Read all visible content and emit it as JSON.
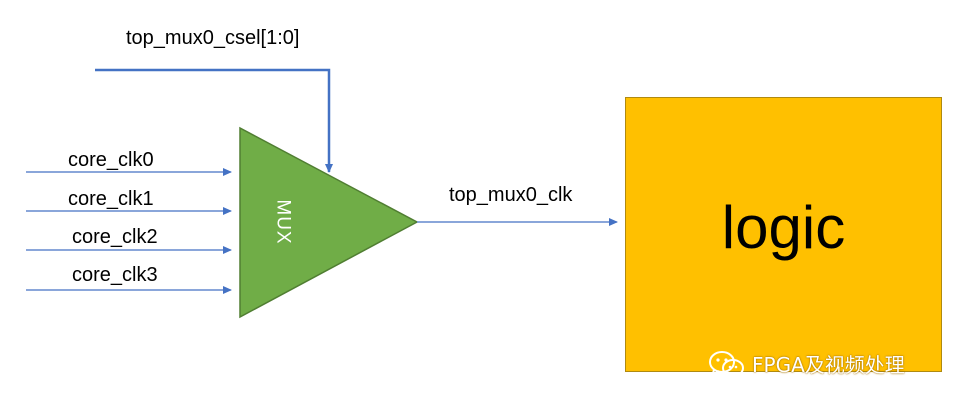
{
  "signals": {
    "select": "top_mux0_csel[1:0]",
    "inputs": [
      "core_clk0",
      "core_clk1",
      "core_clk2",
      "core_clk3"
    ],
    "output": "top_mux0_clk"
  },
  "mux": {
    "label": "MUX",
    "fill": "#70ad47",
    "stroke": "#507e32"
  },
  "logic_block": {
    "label": "logic",
    "fill": "#ffc000"
  },
  "wire_color": "#4472c4",
  "watermark": {
    "text": "FPGA及视频处理",
    "icon": "wechat-icon"
  }
}
